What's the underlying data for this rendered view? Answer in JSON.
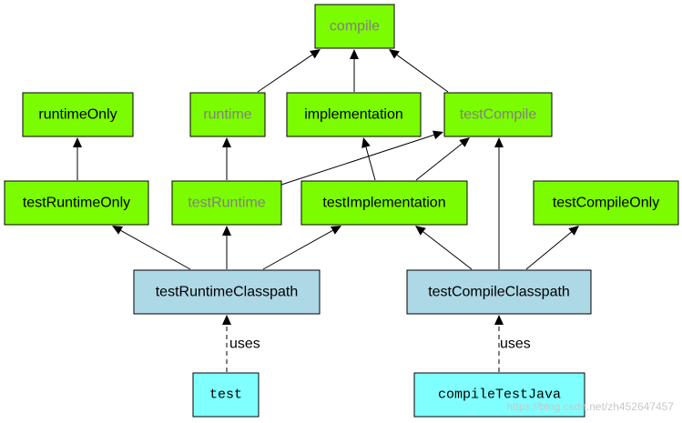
{
  "colors": {
    "configuration_fill": "#7cfc00",
    "classpath_fill": "#add8e6",
    "task_fill": "#80ffff",
    "label_normal": "#000000",
    "label_muted": "#808080"
  },
  "nodes": {
    "compile": {
      "label": "compile",
      "kind": "configuration",
      "muted": true
    },
    "runtimeOnly": {
      "label": "runtimeOnly",
      "kind": "configuration",
      "muted": false
    },
    "runtime": {
      "label": "runtime",
      "kind": "configuration",
      "muted": true
    },
    "implementation": {
      "label": "implementation",
      "kind": "configuration",
      "muted": false
    },
    "testCompile": {
      "label": "testCompile",
      "kind": "configuration",
      "muted": true
    },
    "testRuntimeOnly": {
      "label": "testRuntimeOnly",
      "kind": "configuration",
      "muted": false
    },
    "testRuntime": {
      "label": "testRuntime",
      "kind": "configuration",
      "muted": true
    },
    "testImplementation": {
      "label": "testImplementation",
      "kind": "configuration",
      "muted": false
    },
    "testCompileOnly": {
      "label": "testCompileOnly",
      "kind": "configuration",
      "muted": false
    },
    "testRuntimeClasspath": {
      "label": "testRuntimeClasspath",
      "kind": "classpath",
      "muted": false
    },
    "testCompileClasspath": {
      "label": "testCompileClasspath",
      "kind": "classpath",
      "muted": false
    },
    "test": {
      "label": "test",
      "kind": "task",
      "muted": false
    },
    "compileTestJava": {
      "label": "compileTestJava",
      "kind": "task",
      "muted": false
    }
  },
  "edges": [
    {
      "from": "runtime",
      "to": "compile",
      "style": "solid",
      "label": ""
    },
    {
      "from": "implementation",
      "to": "compile",
      "style": "solid",
      "label": ""
    },
    {
      "from": "testCompile",
      "to": "compile",
      "style": "solid",
      "label": ""
    },
    {
      "from": "testRuntimeOnly",
      "to": "runtimeOnly",
      "style": "solid",
      "label": ""
    },
    {
      "from": "testRuntime",
      "to": "runtime",
      "style": "solid",
      "label": ""
    },
    {
      "from": "testRuntime",
      "to": "testCompile",
      "style": "solid",
      "label": ""
    },
    {
      "from": "testImplementation",
      "to": "implementation",
      "style": "solid",
      "label": ""
    },
    {
      "from": "testImplementation",
      "to": "testCompile",
      "style": "solid",
      "label": ""
    },
    {
      "from": "testRuntimeClasspath",
      "to": "testRuntimeOnly",
      "style": "solid",
      "label": ""
    },
    {
      "from": "testRuntimeClasspath",
      "to": "testRuntime",
      "style": "solid",
      "label": ""
    },
    {
      "from": "testRuntimeClasspath",
      "to": "testImplementation",
      "style": "solid",
      "label": ""
    },
    {
      "from": "testCompileClasspath",
      "to": "testImplementation",
      "style": "solid",
      "label": ""
    },
    {
      "from": "testCompileClasspath",
      "to": "testCompile",
      "style": "solid",
      "label": ""
    },
    {
      "from": "testCompileClasspath",
      "to": "testCompileOnly",
      "style": "solid",
      "label": ""
    },
    {
      "from": "test",
      "to": "testRuntimeClasspath",
      "style": "dashed",
      "label": "uses"
    },
    {
      "from": "compileTestJava",
      "to": "testCompileClasspath",
      "style": "dashed",
      "label": "uses"
    }
  ],
  "watermark": "https://blog.csdn.net/zh452647457"
}
